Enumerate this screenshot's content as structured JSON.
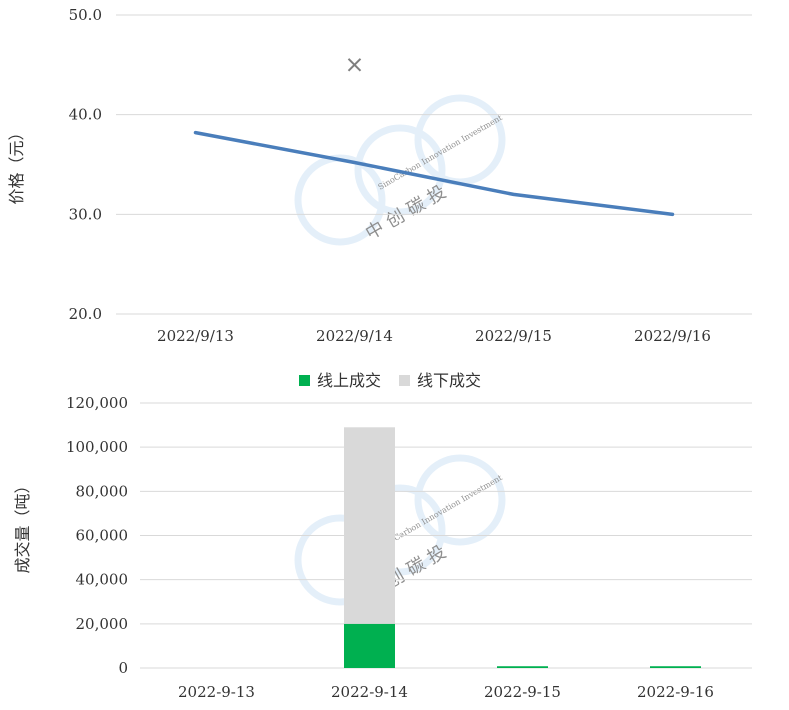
{
  "chart_data": [
    {
      "type": "line",
      "x": [
        "2022/9/13",
        "2022/9/14",
        "2022/9/15",
        "2022/9/16"
      ],
      "series": [
        {
          "values": [
            38.2,
            35.2,
            32.0,
            30.0
          ],
          "color": "#4a7ebb",
          "marker": "none"
        },
        {
          "values": [
            null,
            45.0,
            null,
            null
          ],
          "color": "#7f7f7f",
          "marker": "x"
        }
      ],
      "ylabel": "价格（元）",
      "ylim": [
        20.0,
        50.0
      ],
      "yticks": [
        "20.0",
        "30.0",
        "40.0",
        "50.0"
      ],
      "grid": true
    },
    {
      "type": "bar",
      "stacked": true,
      "categories": [
        "2022-9-13",
        "2022-9-14",
        "2022-9-15",
        "2022-9-16"
      ],
      "series": [
        {
          "name": "线上成交",
          "values": [
            0,
            20000,
            800,
            800
          ],
          "color": "#00b050"
        },
        {
          "name": "线下成交",
          "values": [
            0,
            89000,
            0,
            0
          ],
          "color": "#d9d9d9"
        }
      ],
      "ylabel": "成交量（吨）",
      "ylim": [
        0,
        120000
      ],
      "yticks": [
        "0",
        "20,000",
        "40,000",
        "60,000",
        "80,000",
        "100,000",
        "120,000"
      ],
      "legend": "top",
      "grid": true
    }
  ],
  "watermark": {
    "brand_cn": "中 创 碳 投",
    "brand_en": "SinoCarbon Innovation Investment",
    "color": "#cfe3f5"
  }
}
